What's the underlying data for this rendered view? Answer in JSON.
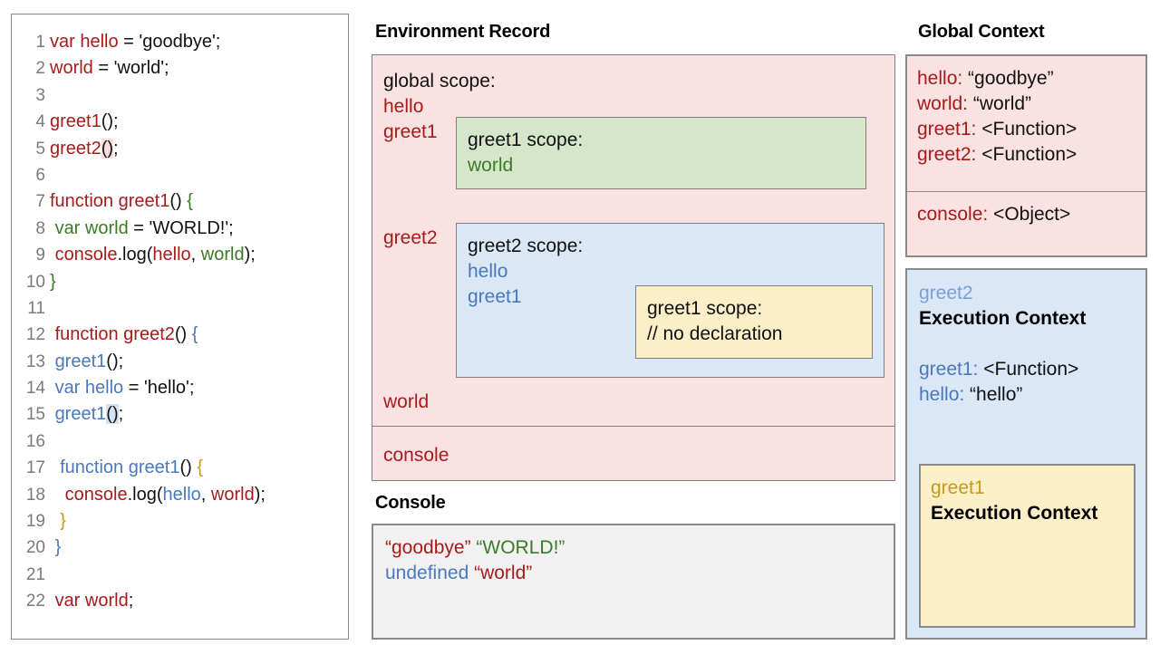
{
  "code_panel": {
    "name": "javascript-source",
    "lines": [
      {
        "n": "1",
        "tokens": [
          {
            "t": "var hello",
            "c": "red"
          },
          {
            "t": " = 'goodbye';",
            "c": "black"
          }
        ]
      },
      {
        "n": "2",
        "tokens": [
          {
            "t": "world",
            "c": "red"
          },
          {
            "t": " = 'world';",
            "c": "black"
          }
        ]
      },
      {
        "n": "3",
        "tokens": []
      },
      {
        "n": "4",
        "tokens": [
          {
            "t": "greet1",
            "c": "red"
          },
          {
            "t": "();",
            "c": "black"
          }
        ]
      },
      {
        "n": "5",
        "tokens": [
          {
            "t": "greet2",
            "c": "red"
          },
          {
            "t": "()",
            "c": "black",
            "hl": "red"
          },
          {
            "t": ";",
            "c": "black"
          }
        ]
      },
      {
        "n": "6",
        "tokens": []
      },
      {
        "n": "7",
        "tokens": [
          {
            "t": "function greet1",
            "c": "red"
          },
          {
            "t": "() ",
            "c": "black"
          },
          {
            "t": "{",
            "c": "green"
          }
        ]
      },
      {
        "n": "8",
        "tokens": [
          {
            "t": " ",
            "c": "black"
          },
          {
            "t": "var world",
            "c": "green"
          },
          {
            "t": " = 'WORLD!';",
            "c": "black"
          }
        ]
      },
      {
        "n": "9",
        "tokens": [
          {
            "t": " ",
            "c": "black"
          },
          {
            "t": "console",
            "c": "red"
          },
          {
            "t": ".log(",
            "c": "black"
          },
          {
            "t": "hello",
            "c": "red"
          },
          {
            "t": ", ",
            "c": "black"
          },
          {
            "t": "world",
            "c": "green"
          },
          {
            "t": ");",
            "c": "black"
          }
        ]
      },
      {
        "n": "10",
        "tokens": [
          {
            "t": "}",
            "c": "green"
          }
        ]
      },
      {
        "n": "11",
        "tokens": []
      },
      {
        "n": "12",
        "tokens": [
          {
            "t": " ",
            "c": "black"
          },
          {
            "t": "function greet2",
            "c": "red"
          },
          {
            "t": "() ",
            "c": "black"
          },
          {
            "t": "{",
            "c": "blue"
          }
        ]
      },
      {
        "n": "13",
        "tokens": [
          {
            "t": " ",
            "c": "black"
          },
          {
            "t": "greet1",
            "c": "blue"
          },
          {
            "t": "();",
            "c": "black"
          }
        ]
      },
      {
        "n": "14",
        "tokens": [
          {
            "t": " ",
            "c": "black"
          },
          {
            "t": "var hello",
            "c": "blue"
          },
          {
            "t": " = 'hello';",
            "c": "black"
          }
        ]
      },
      {
        "n": "15",
        "tokens": [
          {
            "t": " ",
            "c": "black"
          },
          {
            "t": "greet1",
            "c": "blue"
          },
          {
            "t": "()",
            "c": "black",
            "hl": "blue"
          },
          {
            "t": ";",
            "c": "black"
          }
        ]
      },
      {
        "n": "16",
        "tokens": []
      },
      {
        "n": "17",
        "tokens": [
          {
            "t": "  ",
            "c": "black"
          },
          {
            "t": "function greet1",
            "c": "blue"
          },
          {
            "t": "() ",
            "c": "black"
          },
          {
            "t": "{",
            "c": "gold"
          }
        ]
      },
      {
        "n": "18",
        "tokens": [
          {
            "t": "   ",
            "c": "black"
          },
          {
            "t": "console",
            "c": "red"
          },
          {
            "t": ".log(",
            "c": "black"
          },
          {
            "t": "hello",
            "c": "blue"
          },
          {
            "t": ", ",
            "c": "black"
          },
          {
            "t": "world",
            "c": "red"
          },
          {
            "t": ");",
            "c": "black"
          }
        ]
      },
      {
        "n": "19",
        "tokens": [
          {
            "t": "  ",
            "c": "black"
          },
          {
            "t": "}",
            "c": "gold"
          }
        ]
      },
      {
        "n": "20",
        "tokens": [
          {
            "t": " ",
            "c": "black"
          },
          {
            "t": "}",
            "c": "blue"
          }
        ]
      },
      {
        "n": "21",
        "tokens": []
      },
      {
        "n": "22",
        "tokens": [
          {
            "t": " ",
            "c": "black"
          },
          {
            "t": "var world",
            "c": "red"
          },
          {
            "t": ";",
            "c": "black"
          }
        ]
      }
    ]
  },
  "environment_record": {
    "title": "Environment Record",
    "global_scope_label": "global scope:",
    "identifiers": {
      "hello": "hello",
      "greet1": "greet1",
      "greet2": "greet2",
      "world": "world",
      "console": "console"
    },
    "greet1_scope": {
      "title": "greet1 scope:",
      "entries": [
        "world"
      ]
    },
    "greet2_scope": {
      "title": "greet2 scope:",
      "entries": [
        "hello",
        "greet1"
      ]
    },
    "greet1_inner_scope": {
      "title": "greet1 scope:",
      "entries": [
        "// no declaration"
      ]
    }
  },
  "console_panel": {
    "title": "Console",
    "rows": [
      {
        "parts": [
          {
            "t": "“goodbye” ",
            "c": "red"
          },
          {
            "t": "“WORLD!”",
            "c": "green"
          }
        ]
      },
      {
        "parts": [
          {
            "t": "undefined ",
            "c": "blue"
          },
          {
            "t": "“world”",
            "c": "red"
          }
        ]
      }
    ]
  },
  "global_context": {
    "title": "Global Context",
    "entries": [
      {
        "key": "hello",
        "value": " “goodbye”"
      },
      {
        "key": "world",
        "value": " “world”"
      },
      {
        "key": "greet1",
        "value": " <Function>"
      },
      {
        "key": "greet2",
        "value": " <Function>"
      }
    ],
    "separate_entries": [
      {
        "key": "console",
        "value": " <Object>"
      }
    ]
  },
  "greet2_execution_context": {
    "name": "greet2",
    "heading": "Execution Context",
    "entries": [
      {
        "key": "greet1",
        "value": " <Function>"
      },
      {
        "key": "hello",
        "value": " “hello”"
      }
    ],
    "nested": {
      "name": "greet1",
      "heading": "Execution Context"
    }
  },
  "colors": {
    "red": "#a61b1b",
    "blue": "#4a78bd",
    "green": "#3c7a28",
    "gold": "#c49a19",
    "panel_red_bg": "#fbe2e2",
    "panel_blue_bg": "#dae7f7",
    "panel_green_bg": "#d6e6cb",
    "panel_yellow_bg": "#fcefc8",
    "panel_gray_bg": "#f1f1f1",
    "border": "#8a8a8a"
  }
}
